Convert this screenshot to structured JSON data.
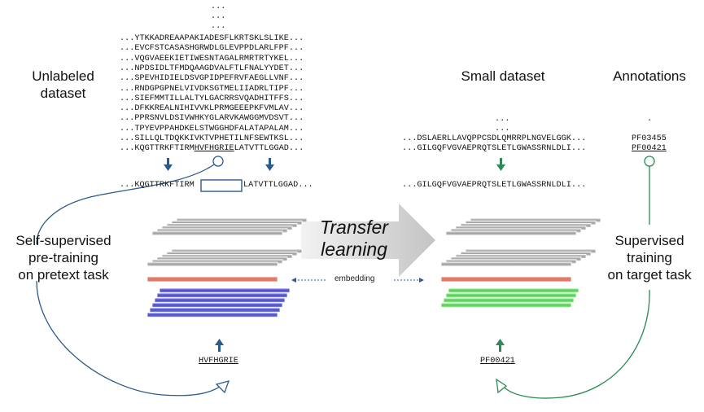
{
  "labels": {
    "unlabeled_line1": "Unlabeled",
    "unlabeled_line2": "dataset",
    "small_dataset": "Small dataset",
    "annotations": "Annotations",
    "self_sup_line1": "Self-supervised",
    "self_sup_line2": "pre-training",
    "self_sup_line3": "on pretext task",
    "supervised_line1": "Supervised",
    "supervised_line2": "training",
    "supervised_line3": "on target task",
    "transfer_line1": "Transfer",
    "transfer_line2": "learning",
    "embedding": "embedding"
  },
  "unlabeled_sequences": {
    "dots": [
      "...",
      "...",
      "..."
    ],
    "lines": [
      "...YTKKADREAAPAKIADESFLKRTSKLSLIKE...",
      "...EVCFSTCASASHGRWDLGLEVPPDLARLFPF...",
      "...VQGVAEEKIETIWESNTAGALRMRTRTYKEL...",
      "...NPDSIDLTFMDQAAGDVALFTLFNALYYDET...",
      "...SPEVHIDIELDSVGPIDPEFRVFAEGLLVNF...",
      "...RNDGPGPNELVIVDKSGTMELIIADRLTIPF...",
      "...SIEFMMTILLALTYLGACRRSVQADHITFFS...",
      "...DFKKREALNIHIVVKLPRMGEEEPKFVMLAV...",
      "...PPRSNVLDSIVWHKYGLARVKAWGGMVDSVT...",
      "...TPYEVPPAHDKELSTWGGHDFALATAPALAM...",
      "...SILLQLTDQKKIVKTVPHETILNFSEWTKSL..."
    ],
    "last_prefix": "...KQGTTRKFTIRM",
    "last_highlight": "HVFHGRIE",
    "last_suffix": "LATVTTLGGAD..."
  },
  "masked_sequence": {
    "prefix": "...KQGTTRKFTIRM",
    "suffix": "LATVTTLGGAD..."
  },
  "small_sequences": {
    "dots": [
      "...",
      "..."
    ],
    "lines": [
      "...DSLAERLLAVQPPCSDLQMRRPLNGVELGGK...",
      "...GILGQFVGVAEPRQTSLETLGWASSRNLDLI..."
    ],
    "input": "...GILGQFVGVAEPRQTSLETLGWASSRNLDLI..."
  },
  "annotations": {
    "dots": [
      "."
    ],
    "items": [
      "PF03455",
      "PF00421"
    ]
  },
  "targets": {
    "pretext": "HVFHGRIE",
    "target": "PF00421"
  },
  "colors": {
    "pretrain_accent": "#2b5a8c",
    "supervised_accent": "#2e8b57",
    "gray_layer": "#b9b9b9",
    "embedding_layer": "#e07b67",
    "blue_layer": "#6a6ad8",
    "green_layer": "#6fd66f",
    "transfer_arrow": "#cfcfcf"
  }
}
